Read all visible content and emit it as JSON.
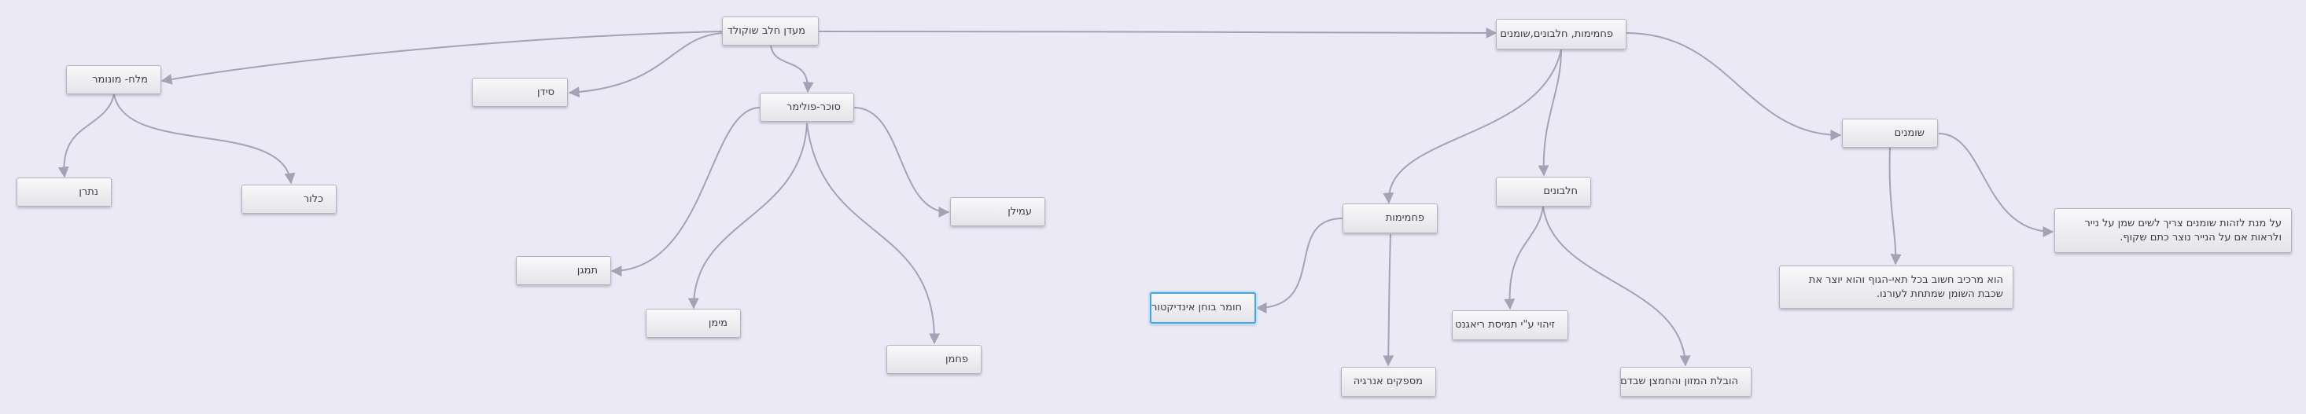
{
  "nodes": {
    "root": "מעדן חלב שוקולד",
    "proteins_group": "פחמימות, חלבונים,שומנים",
    "salt": "מלח- מונומר",
    "starch_thickener": "סידן",
    "sugar_polymer": "סוכר-פולימר",
    "sodium": "נתרן",
    "chlorine": "כלור",
    "amylose": "עמילן",
    "glucose": "תמגן",
    "mimen": "מימן",
    "carbon": "פחמן",
    "fats": "שומנים",
    "fats_note": "על מנת לזהות שומנים צריך לשים שמן על נייר ולראות אם על הנייר נוצר כתם שקוף.",
    "fats_detail": "הוא מרכיב חשוב בכל תאי-הגוף והוא יוצר את שכבת השומן שמתחת לעורנו.",
    "carbs": "פחמימות",
    "proteins": "חלבונים",
    "indicator": "חומר בוחן אינדיקטור",
    "energy": "מספקים אנרגיה",
    "biuret": "זיהוי ע\"י תמיסת ריאגנט",
    "transport": "הובלת המזון והחמצן שבדם"
  }
}
